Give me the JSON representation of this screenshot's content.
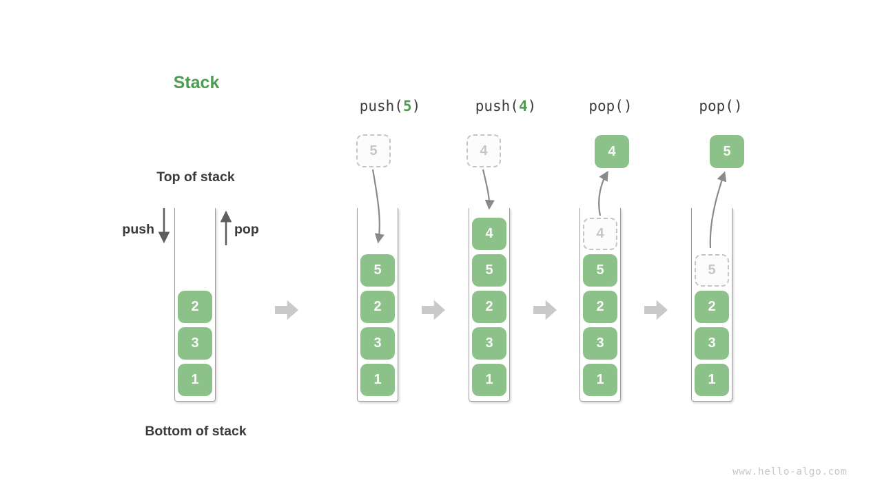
{
  "title": "Stack",
  "labels": {
    "top_of_stack": "Top of stack",
    "bottom_of_stack": "Bottom of stack",
    "push": "push",
    "pop": "pop"
  },
  "watermark": "www.hello-algo.com",
  "colors": {
    "item_green": "#8CC18A",
    "title_green": "#4E9B52",
    "text_dark": "#3B3B3B",
    "curved_arrow_gray": "#8A8A8A",
    "pushpop_arrow_gray": "#5E5E5E",
    "block_arrow_gray": "#C9C9C9",
    "ghost_border": "#C4C4C4",
    "ghost_text": "#C6C6C6",
    "container_wall": "#9B9B9B"
  },
  "initial_stack": {
    "items": [
      "2",
      "3",
      "1"
    ]
  },
  "steps": [
    {
      "operation": {
        "prefix": "push(",
        "arg": "5",
        "suffix": ")"
      },
      "floating_item": {
        "value": "5",
        "variant": "ghost"
      },
      "arrow_direction": "down",
      "stack": [
        {
          "value": "5",
          "variant": "solid"
        },
        {
          "value": "2",
          "variant": "solid"
        },
        {
          "value": "3",
          "variant": "solid"
        },
        {
          "value": "1",
          "variant": "solid"
        }
      ]
    },
    {
      "operation": {
        "prefix": "push(",
        "arg": "4",
        "suffix": ")"
      },
      "floating_item": {
        "value": "4",
        "variant": "ghost"
      },
      "arrow_direction": "down",
      "stack": [
        {
          "value": "4",
          "variant": "solid"
        },
        {
          "value": "5",
          "variant": "solid"
        },
        {
          "value": "2",
          "variant": "solid"
        },
        {
          "value": "3",
          "variant": "solid"
        },
        {
          "value": "1",
          "variant": "solid"
        }
      ]
    },
    {
      "operation": {
        "prefix": "pop(",
        "arg": "",
        "suffix": ")"
      },
      "floating_item": {
        "value": "4",
        "variant": "solid"
      },
      "arrow_direction": "up",
      "stack": [
        {
          "value": "4",
          "variant": "ghost"
        },
        {
          "value": "5",
          "variant": "solid"
        },
        {
          "value": "2",
          "variant": "solid"
        },
        {
          "value": "3",
          "variant": "solid"
        },
        {
          "value": "1",
          "variant": "solid"
        }
      ]
    },
    {
      "operation": {
        "prefix": "pop(",
        "arg": "",
        "suffix": ")"
      },
      "floating_item": {
        "value": "5",
        "variant": "solid"
      },
      "arrow_direction": "up",
      "stack": [
        {
          "value": "5",
          "variant": "ghost"
        },
        {
          "value": "2",
          "variant": "solid"
        },
        {
          "value": "3",
          "variant": "solid"
        },
        {
          "value": "1",
          "variant": "solid"
        }
      ]
    }
  ]
}
